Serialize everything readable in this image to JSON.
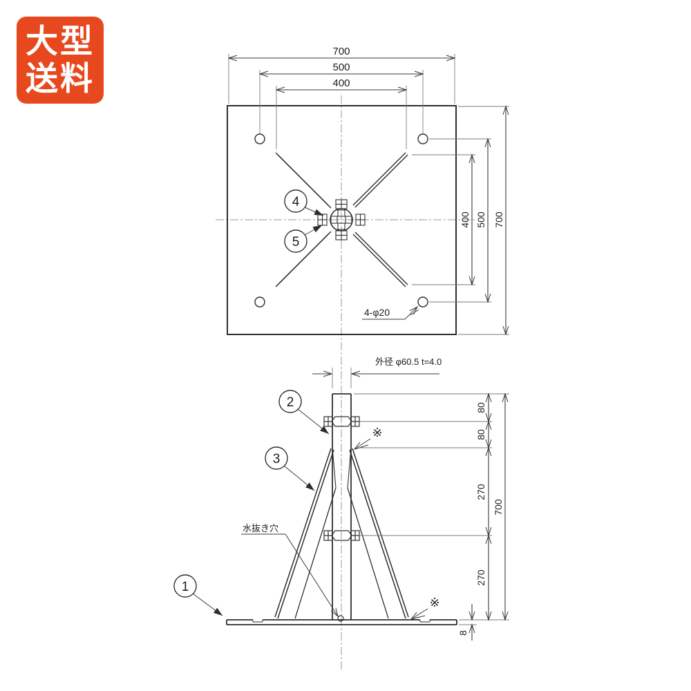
{
  "badge": {
    "line1": "大型",
    "line2": "送料",
    "color": "#e8481e"
  },
  "plan_view": {
    "dims_top": {
      "outer": "700",
      "holes": "500",
      "gussets": "400"
    },
    "dims_right": {
      "gussets": "400",
      "holes": "500",
      "outer": "700"
    },
    "holes_label": "4-φ20",
    "balloons": {
      "b4": "4",
      "b5": "5"
    }
  },
  "elevation_view": {
    "pipe_label": "外径 φ60.5 t=4.0",
    "drain_label": "水抜き穴",
    "dims_right": {
      "seg1": "80",
      "seg2": "80",
      "seg3": "270",
      "seg4": "270",
      "total": "700",
      "plate": "8"
    },
    "ref_upper": "※",
    "ref_lower": "※",
    "balloons": {
      "b1": "1",
      "b2": "2",
      "b3": "3"
    }
  }
}
